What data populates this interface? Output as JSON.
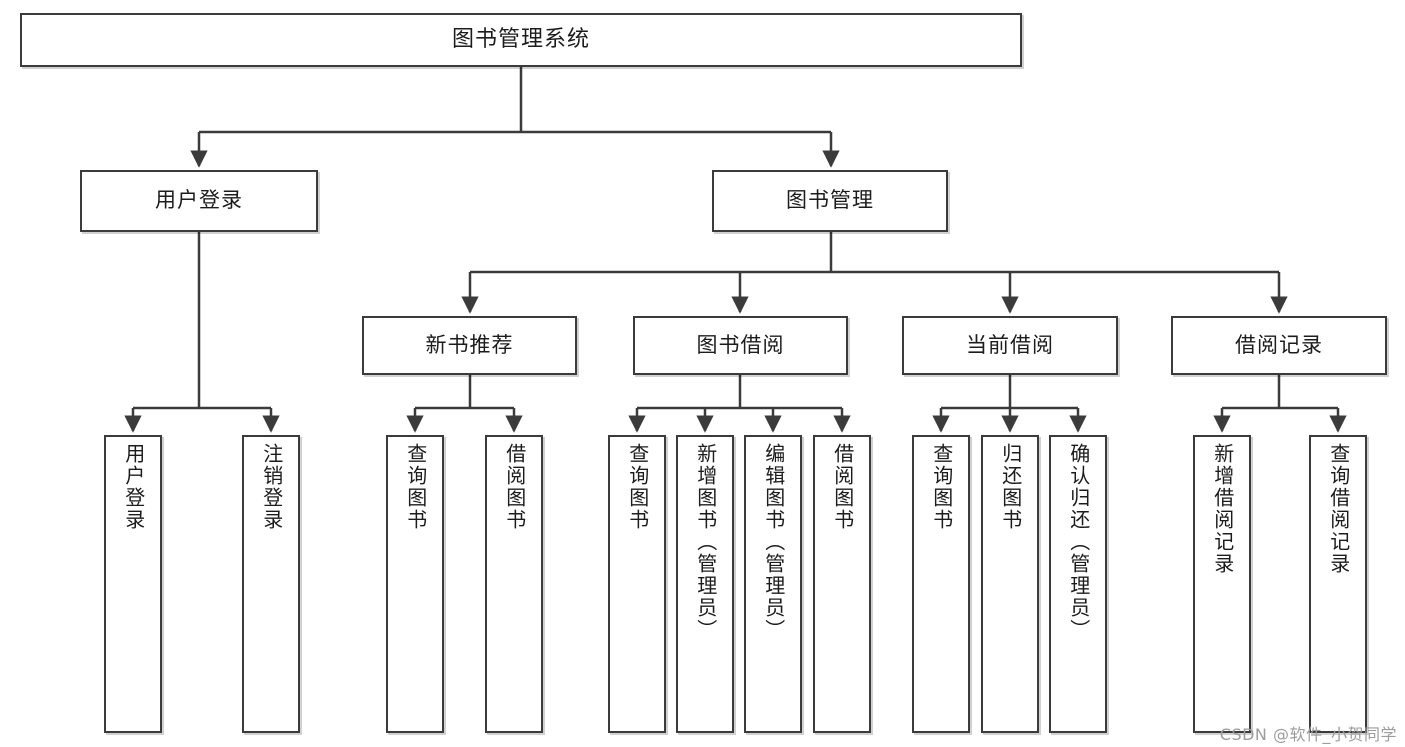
{
  "diagram": {
    "type": "tree",
    "title": "图书管理系统",
    "root": {
      "id": "root",
      "label": "图书管理系统"
    },
    "level1": [
      {
        "id": "user-login",
        "label": "用户登录"
      },
      {
        "id": "book-manage",
        "label": "图书管理"
      }
    ],
    "level2": [
      {
        "id": "new-book-recommend",
        "label": "新书推荐",
        "parent": "book-manage"
      },
      {
        "id": "book-borrow",
        "label": "图书借阅",
        "parent": "book-manage"
      },
      {
        "id": "current-borrow",
        "label": "当前借阅",
        "parent": "book-manage"
      },
      {
        "id": "borrow-record",
        "label": "借阅记录",
        "parent": "book-manage"
      }
    ],
    "leaves": [
      {
        "id": "leaf-user-login",
        "label": "用户登录",
        "parent": "user-login"
      },
      {
        "id": "leaf-logout",
        "label": "注销登录",
        "parent": "user-login"
      },
      {
        "id": "leaf-query-book-1",
        "label": "查询图书",
        "parent": "new-book-recommend"
      },
      {
        "id": "leaf-borrow-book-1",
        "label": "借阅图书",
        "parent": "new-book-recommend"
      },
      {
        "id": "leaf-query-book-2",
        "label": "查询图书",
        "parent": "book-borrow"
      },
      {
        "id": "leaf-add-book",
        "label": "新增图书（管理员）",
        "parent": "book-borrow"
      },
      {
        "id": "leaf-edit-book",
        "label": "编辑图书（管理员）",
        "parent": "book-borrow"
      },
      {
        "id": "leaf-borrow-book-2",
        "label": "借阅图书",
        "parent": "book-borrow"
      },
      {
        "id": "leaf-query-book-3",
        "label": "查询图书",
        "parent": "current-borrow"
      },
      {
        "id": "leaf-return-book",
        "label": "归还图书",
        "parent": "current-borrow"
      },
      {
        "id": "leaf-confirm-return",
        "label": "确认归还（管理员）",
        "parent": "current-borrow"
      },
      {
        "id": "leaf-add-record",
        "label": "新增借阅记录",
        "parent": "borrow-record"
      },
      {
        "id": "leaf-query-record",
        "label": "查询借阅记录",
        "parent": "borrow-record"
      }
    ]
  },
  "watermark": "CSDN @软件_小贺同学",
  "colors": {
    "border": "#3b3b3b",
    "background": "#ffffff",
    "text": "#1c1c1c",
    "watermark": "#9c9c9c"
  }
}
